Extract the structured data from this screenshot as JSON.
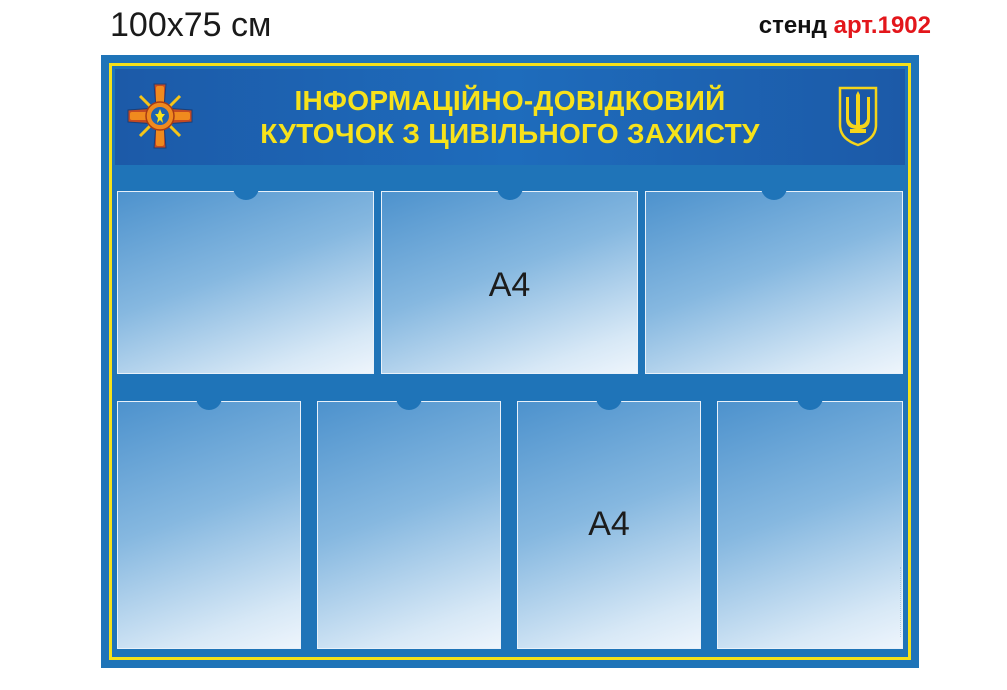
{
  "size_label": "100x75 см",
  "article": {
    "prefix": "стенд ",
    "code": "арт.1902"
  },
  "header": {
    "title_line1": "ІНФОРМАЦІЙНО-ДОВІДКОВИЙ",
    "title_line2": "КУТОЧОК З ЦИВІЛЬНОГО ЗАХИСТУ",
    "left_emblem_icon": "emergency-service-emblem-icon",
    "right_emblem_icon": "ukraine-trident-icon"
  },
  "colors": {
    "board": "#1f74b8",
    "frame": "#f5e11a",
    "title": "#f7e21b",
    "article_code": "#e3161b"
  },
  "pockets": {
    "top_row": [
      {
        "label": ""
      },
      {
        "label": "А4"
      },
      {
        "label": ""
      }
    ],
    "bottom_row": [
      {
        "label": ""
      },
      {
        "label": ""
      },
      {
        "label": "А4"
      },
      {
        "label": ""
      }
    ]
  }
}
